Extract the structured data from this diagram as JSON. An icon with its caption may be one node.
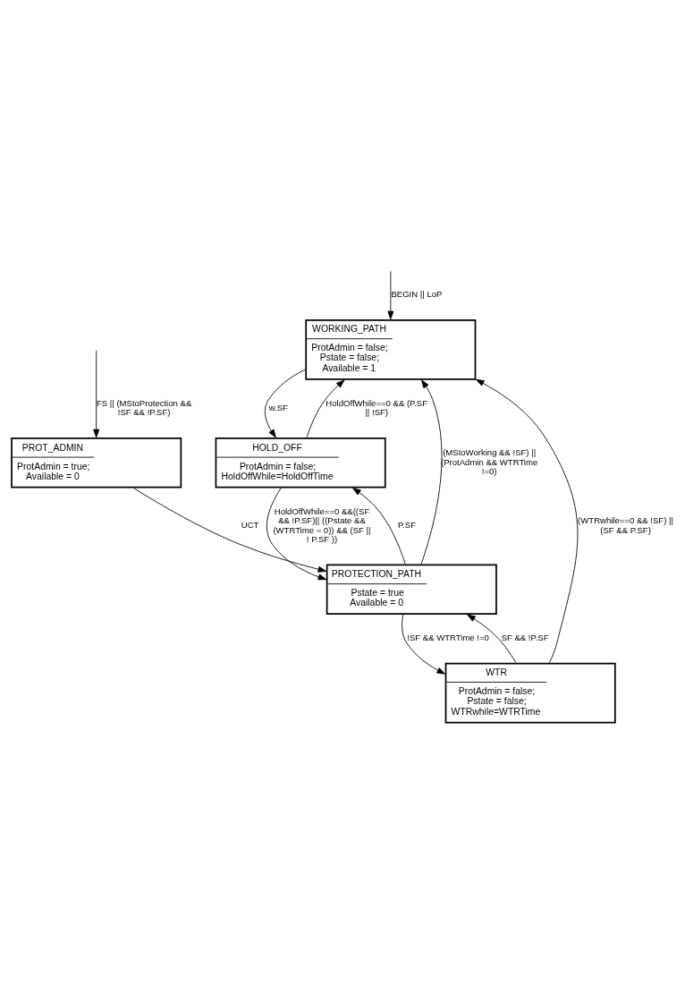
{
  "diagram": {
    "nodes": [
      {
        "text": [
          "WORKING_PATH",
          "ProtAdmin = false;",
          "Pstate = false;",
          "Available = 1"
        ]
      },
      {
        "text": [
          "HOLD_OFF",
          "ProtAdmin = false;",
          "HoldOffWhile=HoldOffTime"
        ]
      },
      {
        "text": [
          "PROT_ADMIN",
          "ProtAdmin = true;",
          "Available = 0"
        ]
      },
      {
        "text": [
          "PROTECTION_PATH",
          "Pstate = true",
          "Available = 0"
        ]
      },
      {
        "text": [
          "WTR",
          "ProtAdmin = false;",
          "Pstate = false;",
          "WTRwhile=WTRTime"
        ]
      }
    ],
    "edges": [
      {
        "from": null,
        "to": 0,
        "arrow": "to",
        "label": "BEGIN || LoP"
      },
      {
        "from": 0,
        "to": 1,
        "arrow": "to",
        "label": "w.SF"
      },
      {
        "from": 1,
        "to": 0,
        "arrow": "to",
        "label": "HoldOffWhile==0 && (P.SF || !SF)"
      },
      {
        "from": 1,
        "to": 3,
        "arrow": "to",
        "label": "HoldOffWhile==0 &&((SF && !P.SF)|| ((Pstate && (WTRTime = 0)) && (SF || ! P.SF ))"
      },
      {
        "from": null,
        "to": 2,
        "arrow": "to",
        "label": "FS || (MStoProtection && !SF && !P.SF)"
      },
      {
        "from": 2,
        "to": 3,
        "arrow": "to",
        "label": "UCT"
      },
      {
        "from": 3,
        "to": 1,
        "arrow": "to",
        "label": "P.SF"
      },
      {
        "from": 3,
        "to": 0,
        "arrow": "to",
        "label": "(MStoWorking && !SF) || (ProtAdmin && WTRTime !=0)"
      },
      {
        "from": 3,
        "to": 4,
        "arrow": "to",
        "label": "!SF && WTRTime !=0"
      },
      {
        "from": 4,
        "to": 0,
        "arrow": "to",
        "label": "(WTRwhile==0 && !SF) || (SF && P.SF)"
      },
      {
        "from": 4,
        "to": 3,
        "arrow": "to",
        "label": "SF && !P.SF"
      }
    ]
  }
}
